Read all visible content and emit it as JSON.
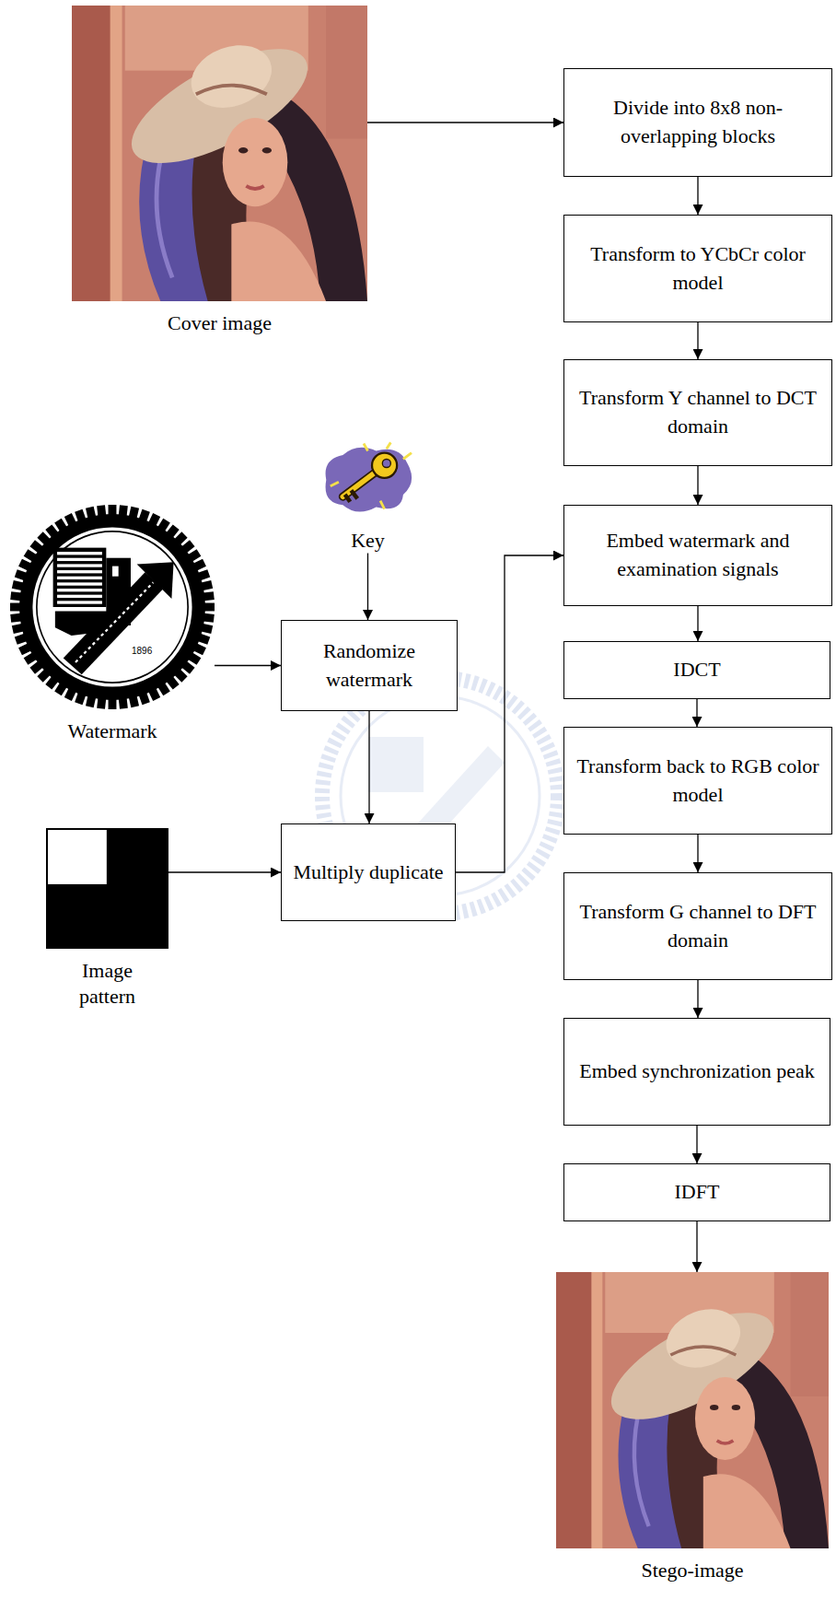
{
  "diagram": {
    "nodes": [
      {
        "text": [
          "Cover image"
        ]
      },
      {
        "text": [
          "Divide into 8x8 non-overlapping blocks"
        ]
      },
      {
        "text": [
          "Transform to YCbCr color model"
        ]
      },
      {
        "text": [
          "Transform Y channel to DCT domain"
        ]
      },
      {
        "text": [
          "Key"
        ]
      },
      {
        "text": [
          "Embed watermark and examination signals"
        ]
      },
      {
        "text": [
          "Watermark"
        ]
      },
      {
        "text": [
          "Randomize watermark"
        ]
      },
      {
        "text": [
          "IDCT"
        ]
      },
      {
        "text": [
          "Transform back to RGB color model"
        ]
      },
      {
        "text": [
          "Multiply duplicate"
        ]
      },
      {
        "text": [
          "Image pattern"
        ]
      },
      {
        "text": [
          "Transform G channel to DFT domain"
        ]
      },
      {
        "text": [
          "Embed synchronization peak"
        ]
      },
      {
        "text": [
          "IDFT"
        ]
      },
      {
        "text": [
          "Stego-image"
        ]
      }
    ],
    "edges": [
      {
        "from": 0,
        "to": 1,
        "arrow": "to"
      },
      {
        "from": 1,
        "to": 2,
        "arrow": "to"
      },
      {
        "from": 2,
        "to": 3,
        "arrow": "to"
      },
      {
        "from": 3,
        "to": 5,
        "arrow": "to"
      },
      {
        "from": 5,
        "to": 8,
        "arrow": "to"
      },
      {
        "from": 8,
        "to": 9,
        "arrow": "to"
      },
      {
        "from": 9,
        "to": 12,
        "arrow": "to"
      },
      {
        "from": 12,
        "to": 13,
        "arrow": "to"
      },
      {
        "from": 13,
        "to": 14,
        "arrow": "to"
      },
      {
        "from": 14,
        "to": 15,
        "arrow": "to"
      },
      {
        "from": 4,
        "to": 7,
        "arrow": "to"
      },
      {
        "from": 6,
        "to": 7,
        "arrow": "to"
      },
      {
        "from": 7,
        "to": 10,
        "arrow": "to"
      },
      {
        "from": 11,
        "to": 10,
        "arrow": "to"
      },
      {
        "from": 10,
        "to": 5,
        "arrow": "to"
      }
    ],
    "labels": [
      "1896"
    ]
  }
}
